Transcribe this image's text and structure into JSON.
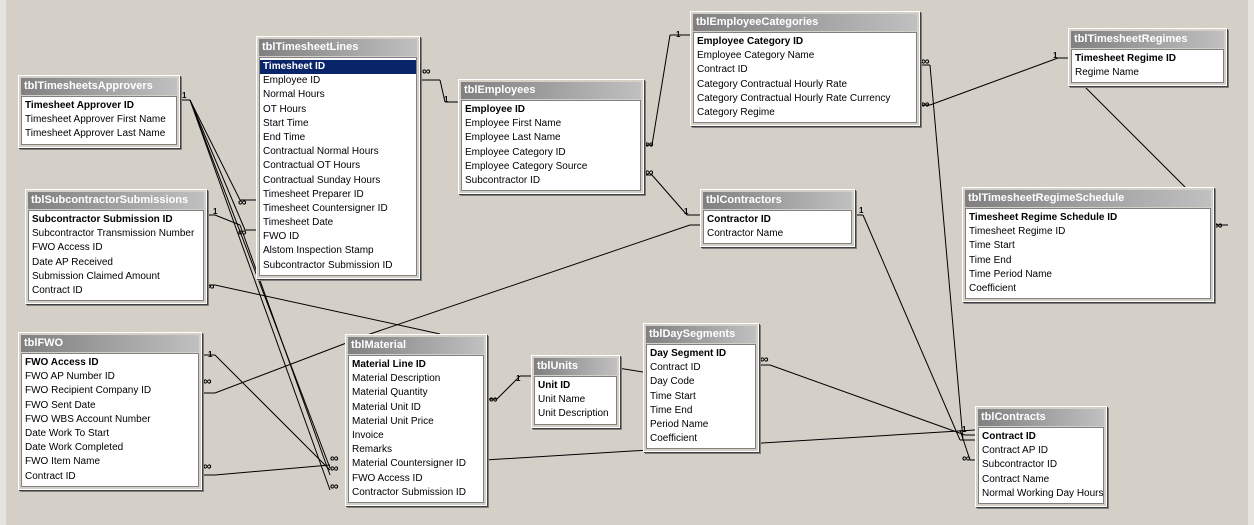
{
  "tables": {
    "tblTimesheetsApprovers": {
      "title": "tblTimesheetsApprovers",
      "fields": [
        "Timesheet Approver ID",
        "Timesheet Approver First Name",
        "Timesheet Approver Last Name"
      ]
    },
    "tblTimesheetLines": {
      "title": "tblTimesheetLines",
      "fields": [
        "Timesheet ID",
        "Employee ID",
        "Normal Hours",
        "OT Hours",
        "Start Time",
        "End Time",
        "Contractual Normal Hours",
        "Contractual OT Hours",
        "Contractual Sunday Hours",
        "Timesheet Preparer ID",
        "Timesheet Countersigner ID",
        "Timesheet Date",
        "FWO ID",
        "Alstom Inspection Stamp",
        "Subcontractor Submission ID"
      ]
    },
    "tblEmployees": {
      "title": "tblEmployees",
      "fields": [
        "Employee ID",
        "Employee First Name",
        "Employee Last Name",
        "Employee Category ID",
        "Employee Category Source",
        "Subcontractor ID"
      ]
    },
    "tblEmployeeCategories": {
      "title": "tblEmployeeCategories",
      "fields": [
        "Employee Category ID",
        "Employee Category Name",
        "Contract ID",
        "Category Contractual Hourly Rate",
        "Category Contractual Hourly Rate Currency",
        "Category Regime"
      ]
    },
    "tblTimesheetRegimes": {
      "title": "tblTimesheetRegimes",
      "fields": [
        "Timesheet Regime ID",
        "Regime Name"
      ]
    },
    "tblSubcontractorSubmissions": {
      "title": "tblSubcontractorSubmissions",
      "fields": [
        "Subcontractor Submission ID",
        "Subcontractor Transmission Number",
        "FWO Access ID",
        "Date AP Received",
        "Submission Claimed Amount",
        "Contract ID"
      ]
    },
    "tblContractors": {
      "title": "tblContractors",
      "fields": [
        "Contractor ID",
        "Contractor Name"
      ]
    },
    "tblTimesheetRegimeSchedule": {
      "title": "tblTimesheetRegimeSchedule",
      "fields": [
        "Timesheet Regime Schedule ID",
        "Timesheet Regime ID",
        "Time Start",
        "Time End",
        "Time Period Name",
        "Coefficient"
      ]
    },
    "tblFWO": {
      "title": "tblFWO",
      "fields": [
        "FWO Access ID",
        "FWO AP Number ID",
        "FWO Recipient Company ID",
        "FWO Sent Date",
        "FWO WBS Account Number",
        "Date Work To Start",
        "Date Work Completed",
        "FWO Item Name",
        "Contract ID"
      ]
    },
    "tblMaterial": {
      "title": "tblMaterial",
      "fields": [
        "Material Line ID",
        "Material Description",
        "Material Quantity",
        "Material Unit ID",
        "Material Unit Price",
        "Invoice",
        "Remarks",
        "Material Countersigner ID",
        "FWO Access ID",
        "Contractor Submission ID"
      ]
    },
    "tblUnits": {
      "title": "tblUnits",
      "fields": [
        "Unit ID",
        "Unit Name",
        "Unit Description"
      ]
    },
    "tblDaySegments": {
      "title": "tblDaySegments",
      "fields": [
        "Day Segment ID",
        "Contract ID",
        "Day Code",
        "Time Start",
        "Time End",
        "Period Name",
        "Coefficient"
      ]
    },
    "tblContracts": {
      "title": "tblContracts",
      "fields": [
        "Contract ID",
        "Contract AP ID",
        "Subcontractor ID",
        "Contract Name",
        "Normal Working Day Hours"
      ]
    }
  },
  "cardinality": {
    "one": "1",
    "many": "∞"
  }
}
